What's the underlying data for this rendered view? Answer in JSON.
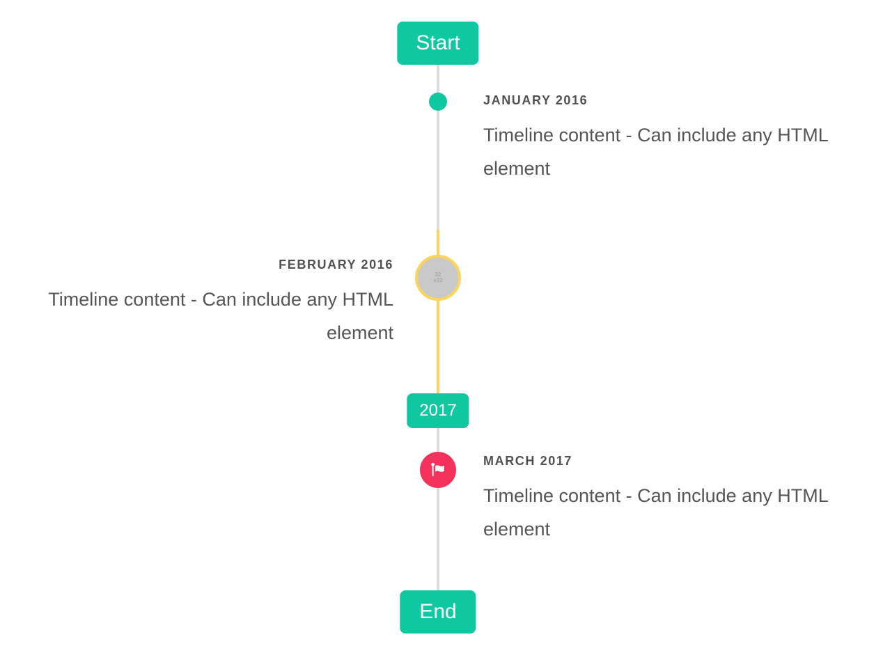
{
  "timeline": {
    "start_badge": "Start",
    "year_badge": "2017",
    "end_badge": "End",
    "entries": [
      {
        "title": "JANUARY 2016",
        "content": "Timeline content - Can include any HTML element",
        "side": "right",
        "marker": "teal-dot"
      },
      {
        "title": "FEBRUARY 2016",
        "content": "Timeline content - Can include any HTML element",
        "side": "left",
        "marker": "avatar-placeholder"
      },
      {
        "title": "MARCH 2017",
        "content": "Timeline content - Can include any HTML element",
        "side": "right",
        "marker": "flag"
      }
    ],
    "avatar_alt": "32 x32",
    "colors": {
      "accent": "#0fc8a2",
      "highlight_segment": "#fbd45c",
      "flag_marker": "#f5325b",
      "line": "#dcdcdc",
      "text": "#555555"
    }
  }
}
